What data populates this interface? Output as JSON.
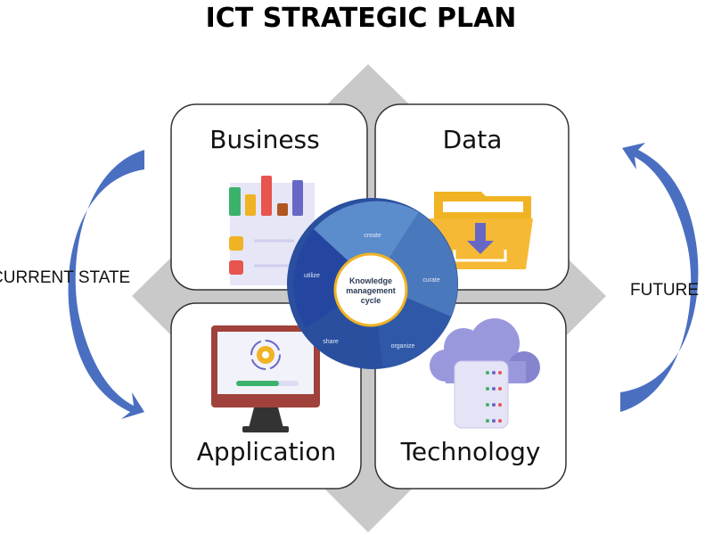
{
  "title": "ICT STRATEGIC PLAN",
  "left_label": "CURRENT STATE",
  "right_label": "FUTURE",
  "quadrants": [
    {
      "label": "Business",
      "icon": "chart-checklist-icon"
    },
    {
      "label": "Data",
      "icon": "folder-download-icon"
    },
    {
      "label": "Application",
      "icon": "monitor-settings-icon"
    },
    {
      "label": "Technology",
      "icon": "cloud-database-icon"
    }
  ],
  "cycle": {
    "center": [
      "Knowledge",
      "management",
      "cycle"
    ],
    "stages": [
      "create",
      "curate",
      "organize",
      "share",
      "utilize"
    ]
  },
  "colors": {
    "arrow": "#4a6fc1",
    "diamond": "#c9c9c9",
    "cycle_dark": "#2a4f9e",
    "cycle_light": "#5b8ccc",
    "ring": "#f0b323"
  }
}
